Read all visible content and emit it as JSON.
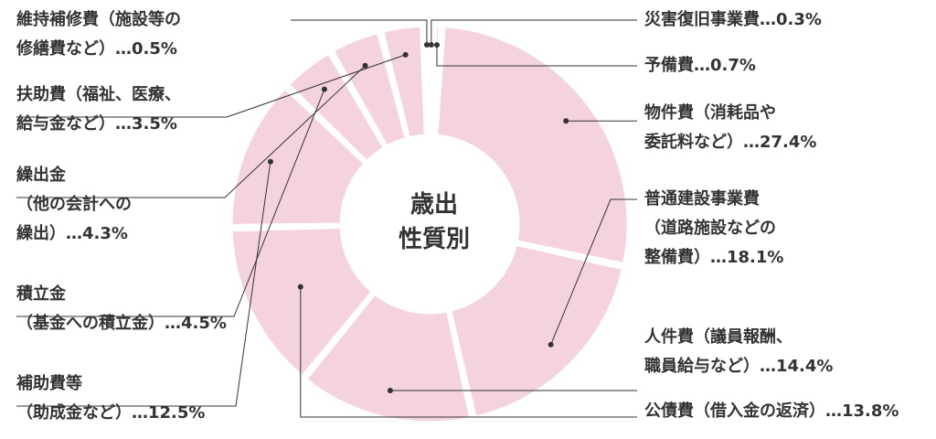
{
  "chart_data": {
    "type": "pie",
    "title": "歳出 性質別",
    "title_lines": [
      "歳出",
      "性質別"
    ],
    "colors": {
      "slice": "#f5d3dd",
      "separator": "#ffffff",
      "leader": "#333333",
      "text": "#333333"
    },
    "slices": [
      {
        "name": "災害復旧事業費",
        "value": 0.3,
        "label_lines": [
          "災害復旧事業費…0.3%"
        ]
      },
      {
        "name": "予備費",
        "value": 0.7,
        "label_lines": [
          "予備費…0.7%"
        ]
      },
      {
        "name": "物件費",
        "value": 27.4,
        "label_lines": [
          "物件費（消耗品や",
          "委託料など）…27.4%"
        ]
      },
      {
        "name": "普通建設事業費",
        "value": 18.1,
        "label_lines": [
          "普通建設事業費",
          "（道路施設などの",
          "整備費）…18.1%"
        ]
      },
      {
        "name": "人件費",
        "value": 14.4,
        "label_lines": [
          "人件費（議員報酬、",
          "職員給与など）…14.4%"
        ]
      },
      {
        "name": "公債費",
        "value": 13.8,
        "label_lines": [
          "公債費（借入金の返済）…13.8%"
        ]
      },
      {
        "name": "補助費等",
        "value": 12.5,
        "label_lines": [
          "補助費等",
          "（助成金など）…12.5%"
        ]
      },
      {
        "name": "積立金",
        "value": 4.5,
        "label_lines": [
          "積立金",
          "（基金への積立金）…4.5%"
        ]
      },
      {
        "name": "繰出金",
        "value": 4.3,
        "label_lines": [
          "繰出金",
          "（他の会計への",
          "繰出）…4.3%"
        ]
      },
      {
        "name": "扶助費",
        "value": 3.5,
        "label_lines": [
          "扶助費（福祉、医療、",
          "給与金など）…3.5%"
        ]
      },
      {
        "name": "維持補修費",
        "value": 0.5,
        "label_lines": [
          "維持補修費（施設等の",
          "修繕費など）…0.5%"
        ]
      }
    ]
  }
}
